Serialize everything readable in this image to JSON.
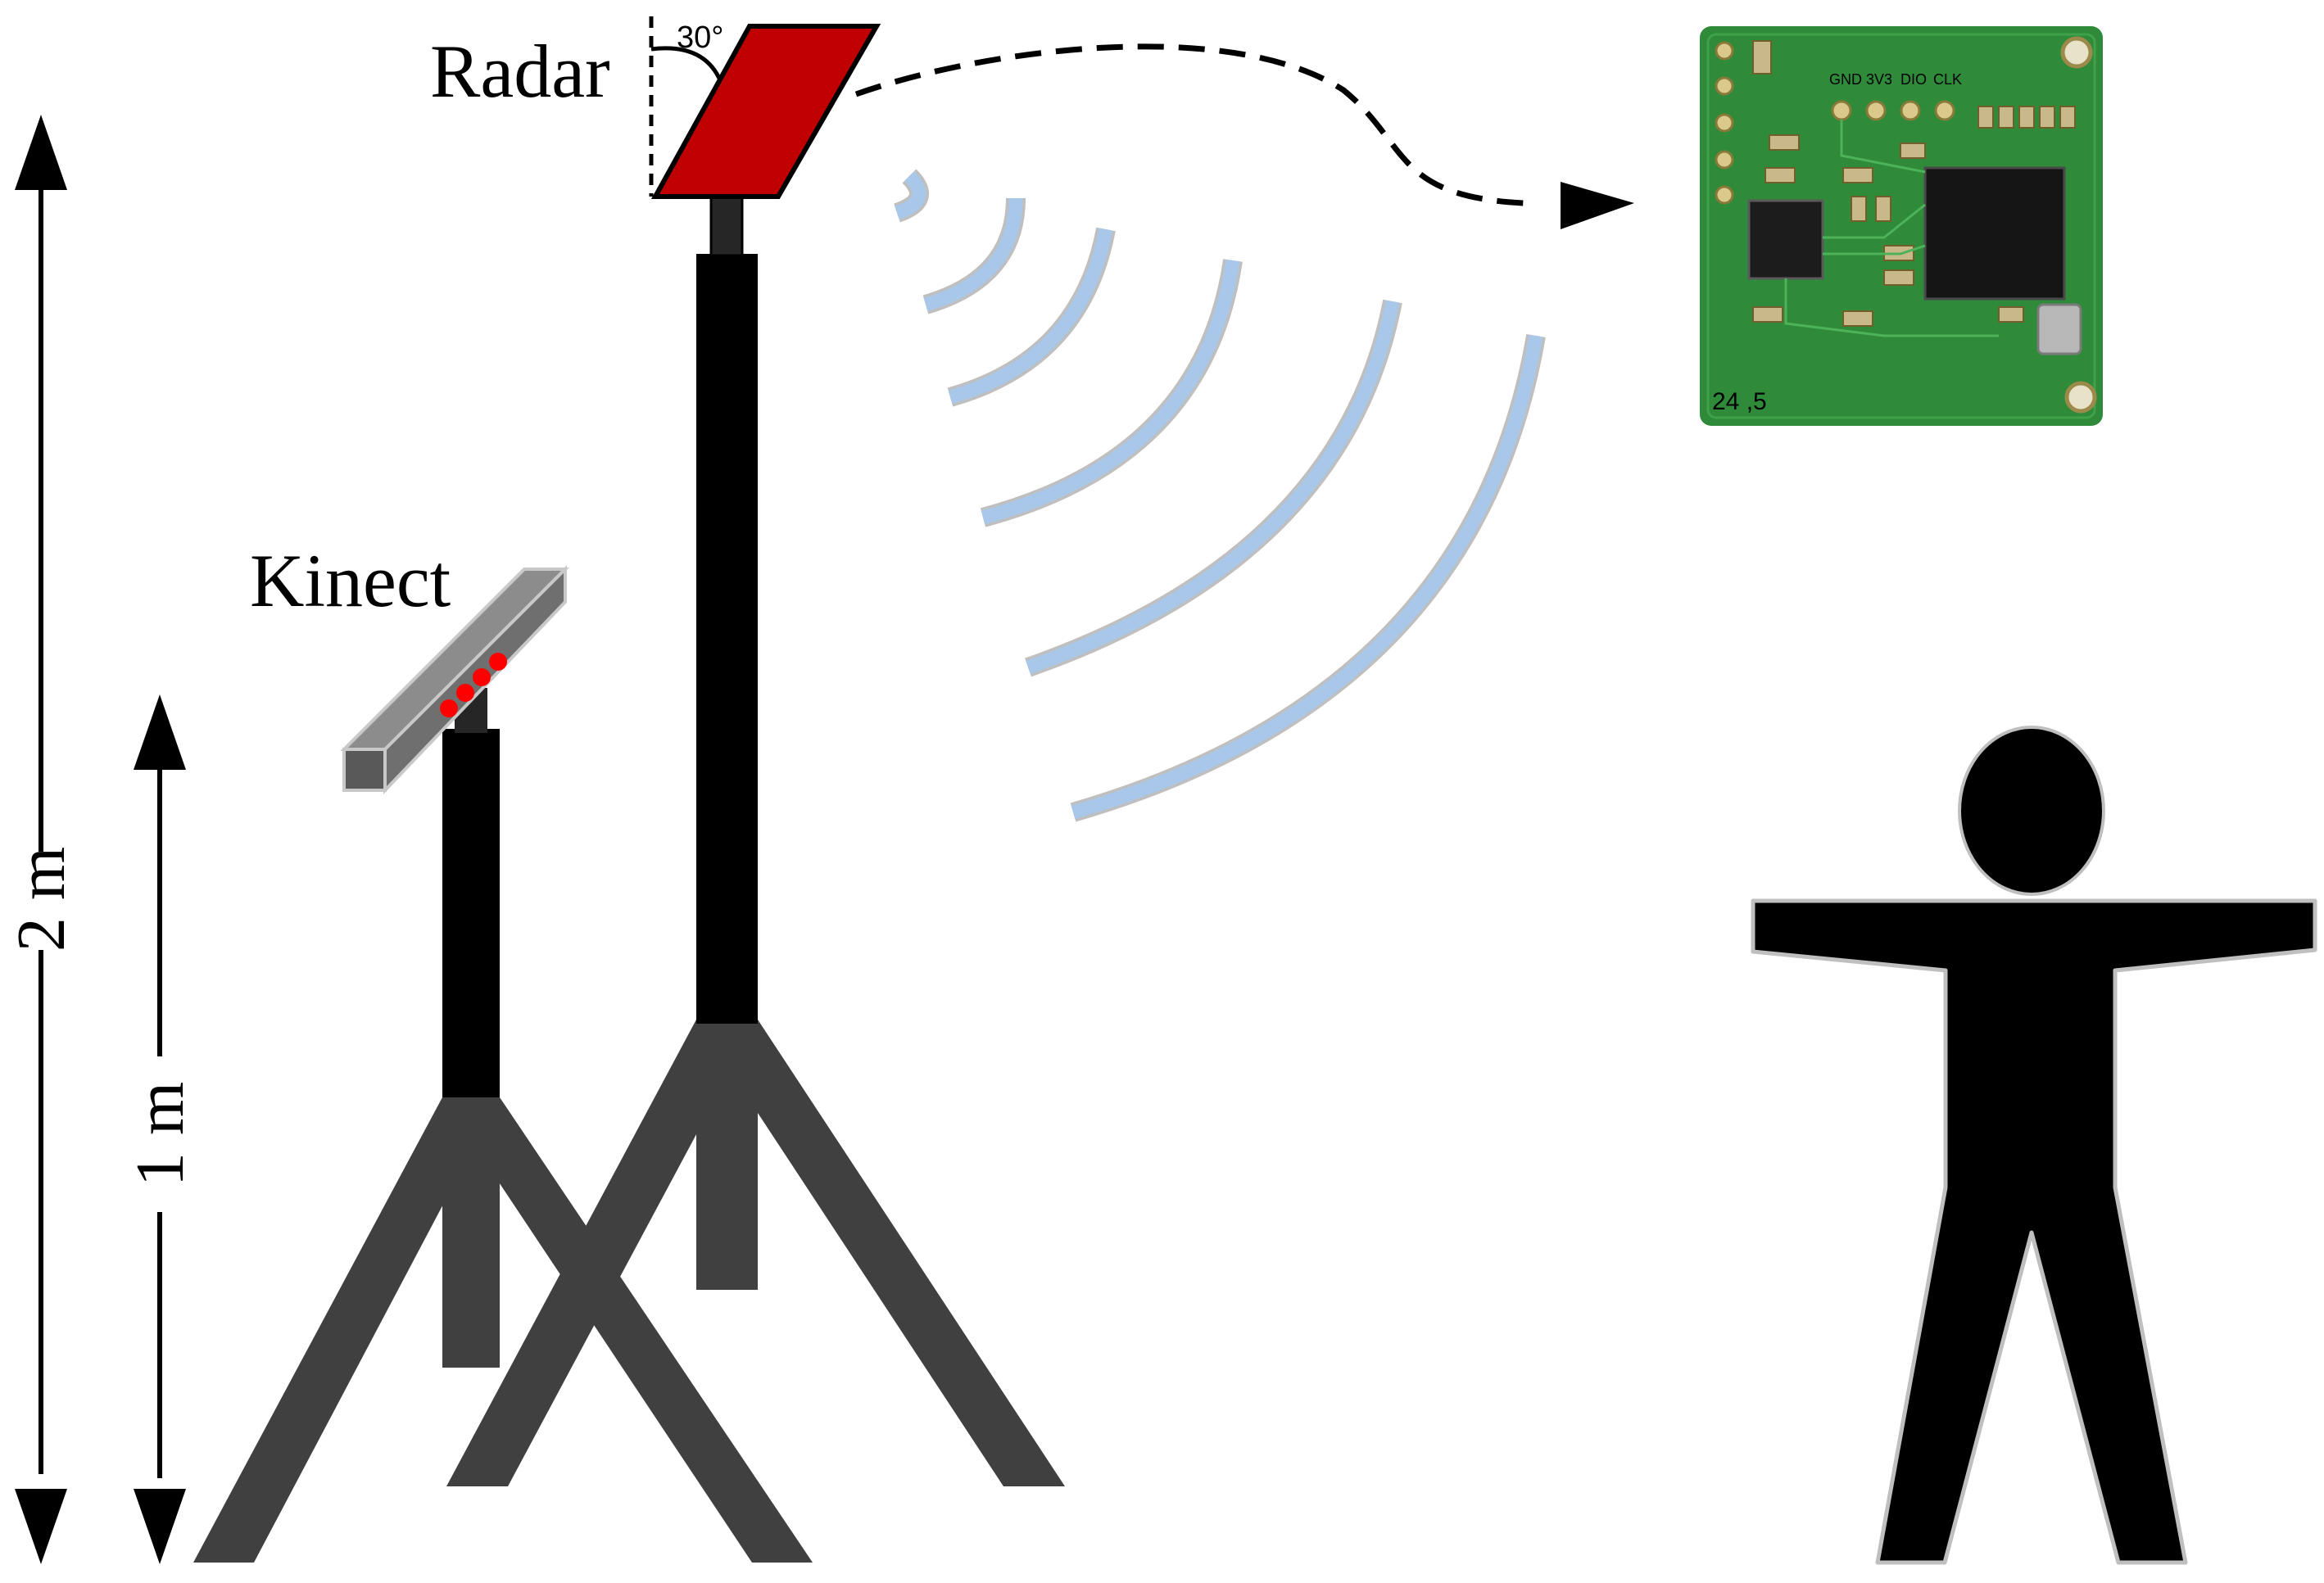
{
  "labels": {
    "radar": "Radar",
    "angle": "30°",
    "kinect": "Kinect",
    "height_tall": "2 m",
    "height_short": "1 m"
  },
  "pcb": {
    "silkscreen_pins": [
      "GND",
      "3V3",
      "DIO",
      "CLK"
    ],
    "board_marking": "24 ,5"
  },
  "colors": {
    "radar_panel": "#c00000",
    "wave_fill": "#a9c7e8",
    "wave_stroke": "#bfbfbf",
    "pcb_green": "#2f8a3a",
    "pole": "#000000",
    "tripod_leg": "#404040",
    "kinect_body": "#7f7f7f",
    "kinect_led": "#ff0000",
    "person": "#000000"
  }
}
